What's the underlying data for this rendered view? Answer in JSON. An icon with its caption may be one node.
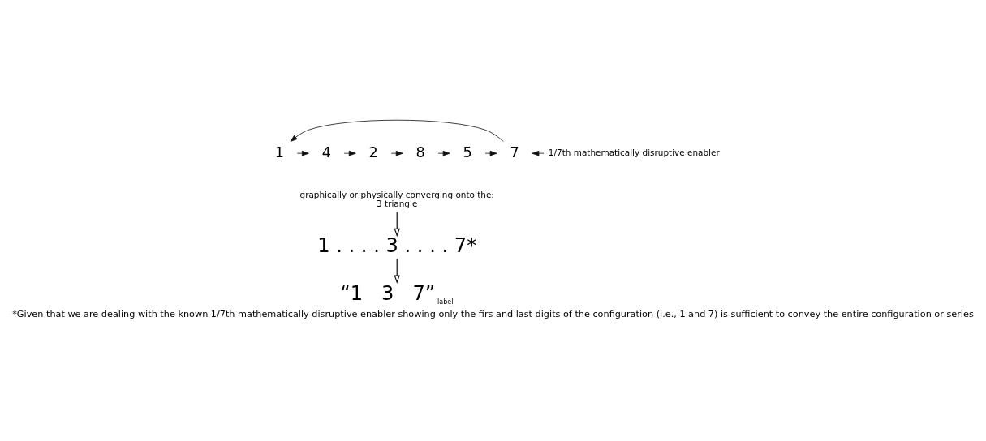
{
  "diagram": {
    "caption": "*Given that we are dealing with the known 1/7th mathematically disruptive enabler showing only the firs and last digits of the configuration (i.e., 1 and 7) is sufficient to convey the entire configuration or series",
    "nodes": [
      {
        "text": [
          "1"
        ]
      },
      {
        "text": [
          "4"
        ]
      },
      {
        "text": [
          "2"
        ]
      },
      {
        "text": [
          "8"
        ]
      },
      {
        "text": [
          "5"
        ]
      },
      {
        "text": [
          "7"
        ]
      },
      {
        "text": [
          "1/7th mathematically disruptive enabler"
        ]
      },
      {
        "text": [
          "graphically or physically converging onto the:",
          "3 triangle"
        ]
      },
      {
        "text": [
          "1 . . . . 3 . . . . 7*"
        ]
      },
      {
        "text": [
          "“1   3   7”"
        ],
        "beside": [
          "label"
        ]
      }
    ],
    "edges": [
      {
        "from": 0,
        "to": 1,
        "arrow": "to"
      },
      {
        "from": 1,
        "to": 2,
        "arrow": "to"
      },
      {
        "from": 2,
        "to": 3,
        "arrow": "to"
      },
      {
        "from": 3,
        "to": 4,
        "arrow": "to"
      },
      {
        "from": 4,
        "to": 5,
        "arrow": "to"
      },
      {
        "from": 5,
        "to": 0,
        "arrow": "to"
      },
      {
        "from": 6,
        "to": 5,
        "arrow": "to"
      },
      {
        "from": 7,
        "to": 8,
        "arrow": "to"
      },
      {
        "from": 8,
        "to": 9,
        "arrow": "to"
      }
    ]
  }
}
